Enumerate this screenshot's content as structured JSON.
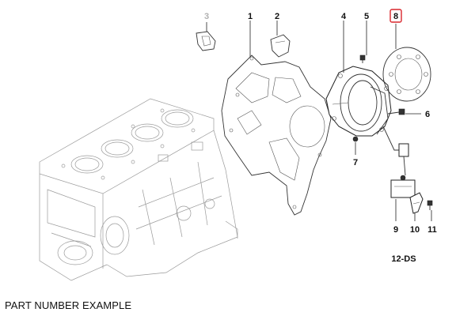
{
  "callouts": [
    {
      "id": "1",
      "label": "1",
      "highlighted": false,
      "muted": false
    },
    {
      "id": "2",
      "label": "2",
      "highlighted": false,
      "muted": false
    },
    {
      "id": "3",
      "label": "3",
      "highlighted": false,
      "muted": true
    },
    {
      "id": "4",
      "label": "4",
      "highlighted": false,
      "muted": false
    },
    {
      "id": "5",
      "label": "5",
      "highlighted": false,
      "muted": false
    },
    {
      "id": "6",
      "label": "6",
      "highlighted": false,
      "muted": false
    },
    {
      "id": "7",
      "label": "7",
      "highlighted": false,
      "muted": false
    },
    {
      "id": "8",
      "label": "8",
      "highlighted": true,
      "muted": false
    },
    {
      "id": "9",
      "label": "9",
      "highlighted": false,
      "muted": false
    },
    {
      "id": "10",
      "label": "10",
      "highlighted": false,
      "muted": false
    },
    {
      "id": "11",
      "label": "11",
      "highlighted": false,
      "muted": false
    }
  ],
  "diagram_code": "12-DS",
  "caption": "PART NUMBER EXAMPLE",
  "colors": {
    "highlight_box": "#d9262c",
    "line": "#333333",
    "ghost_line": "#9a9a9a",
    "muted_label": "#b0b0b0"
  }
}
